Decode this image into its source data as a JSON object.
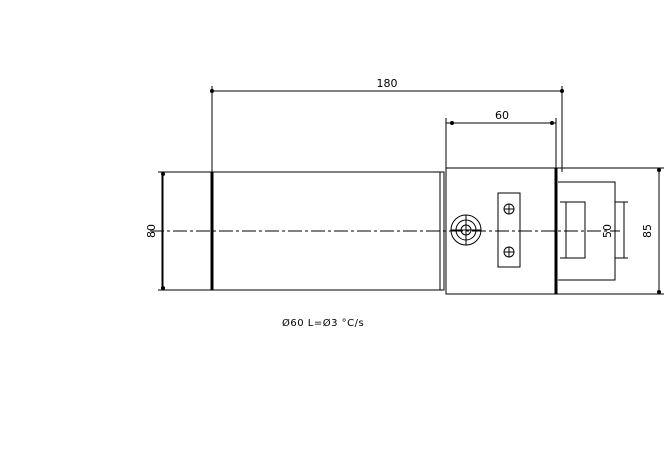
{
  "drawing": {
    "stroke_color": "#000000",
    "background": "#ffffff",
    "dimensions": {
      "overall_length": "180",
      "head_length": "60",
      "body_diameter": "80",
      "nose_diameter": "50",
      "head_height": "85"
    },
    "caption": "Ø60 L=Ø3 °C/s"
  }
}
